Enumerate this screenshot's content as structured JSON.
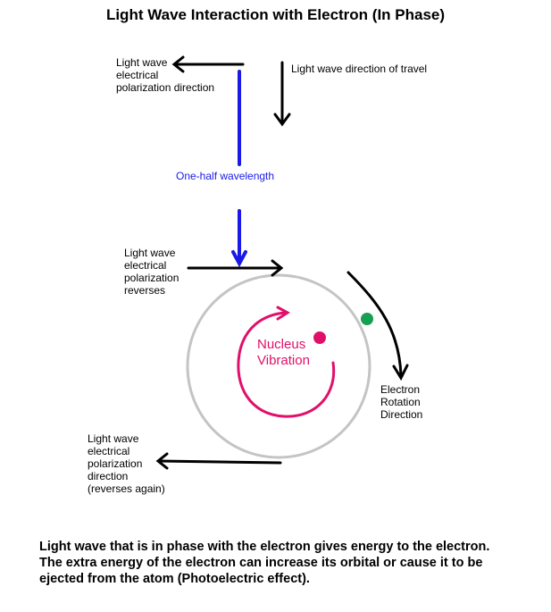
{
  "title": "Light Wave Interaction with Electron (In Phase)",
  "labels": {
    "polarization_top": [
      "Light wave",
      "electrical",
      "polarization direction"
    ],
    "travel_direction": "Light wave direction of travel",
    "half_wavelength": "One-half wavelength",
    "polarization_reverses": [
      "Light wave",
      "electrical",
      "polarization",
      "reverses"
    ],
    "nucleus_vibration": [
      "Nucleus",
      "Vibration"
    ],
    "electron_rotation": [
      "Electron",
      "Rotation",
      "Direction"
    ],
    "polarization_bottom": [
      "Light wave",
      "electrical",
      "polarization",
      "direction",
      "(reverses again)"
    ]
  },
  "caption": [
    "Light wave that is in phase with the electron gives energy to the electron.",
    "The extra energy of the electron can increase its orbital or cause it to be",
    "ejected from the atom (Photoelectric effect)."
  ],
  "colors": {
    "wave": "#1a1ae6",
    "nucleus": "#e0106a",
    "electron": "#16a052",
    "orbit": "#c4c4c4",
    "arrow": "#000000"
  }
}
